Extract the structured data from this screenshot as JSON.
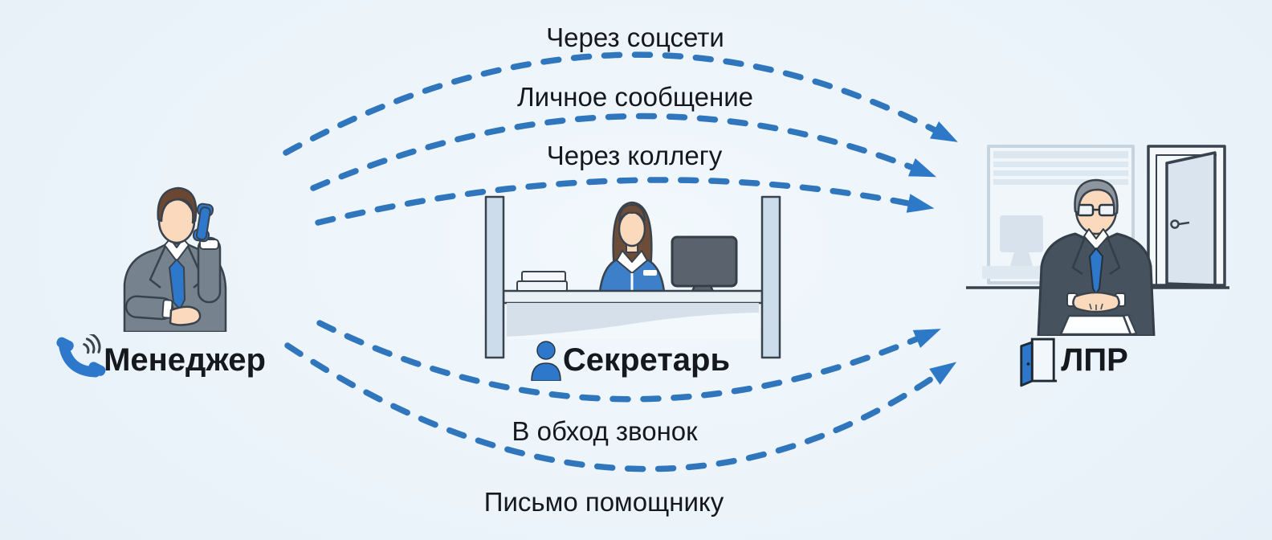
{
  "diagram": {
    "background_color": "#e9f2f9",
    "arrow_color": "#2f76bd",
    "accent_color": "#2e78cc",
    "text_color": "#15191e",
    "nodes": {
      "manager": {
        "label": "Менеджер",
        "icon": "phone-call-icon",
        "figure": "man-in-suit-on-phone"
      },
      "secretary": {
        "label": "Секретарь",
        "icon": "person-icon",
        "figure": "woman-at-reception-desk"
      },
      "lpr": {
        "label": "ЛПР",
        "icon": "open-door-icon",
        "figure": "executive-at-desk-with-door"
      }
    },
    "routes": [
      {
        "label": "Через соцсети",
        "from": "manager",
        "to": "lpr",
        "position": "top"
      },
      {
        "label": "Личное сообщение",
        "from": "manager",
        "to": "lpr",
        "position": "top"
      },
      {
        "label": "Через коллегу",
        "from": "manager",
        "to": "lpr",
        "position": "top"
      },
      {
        "label": "В обход звонок",
        "from": "manager",
        "to": "lpr",
        "position": "bottom"
      },
      {
        "label": "Письмо помощнику",
        "from": "manager",
        "to": "lpr",
        "position": "bottom"
      }
    ]
  }
}
